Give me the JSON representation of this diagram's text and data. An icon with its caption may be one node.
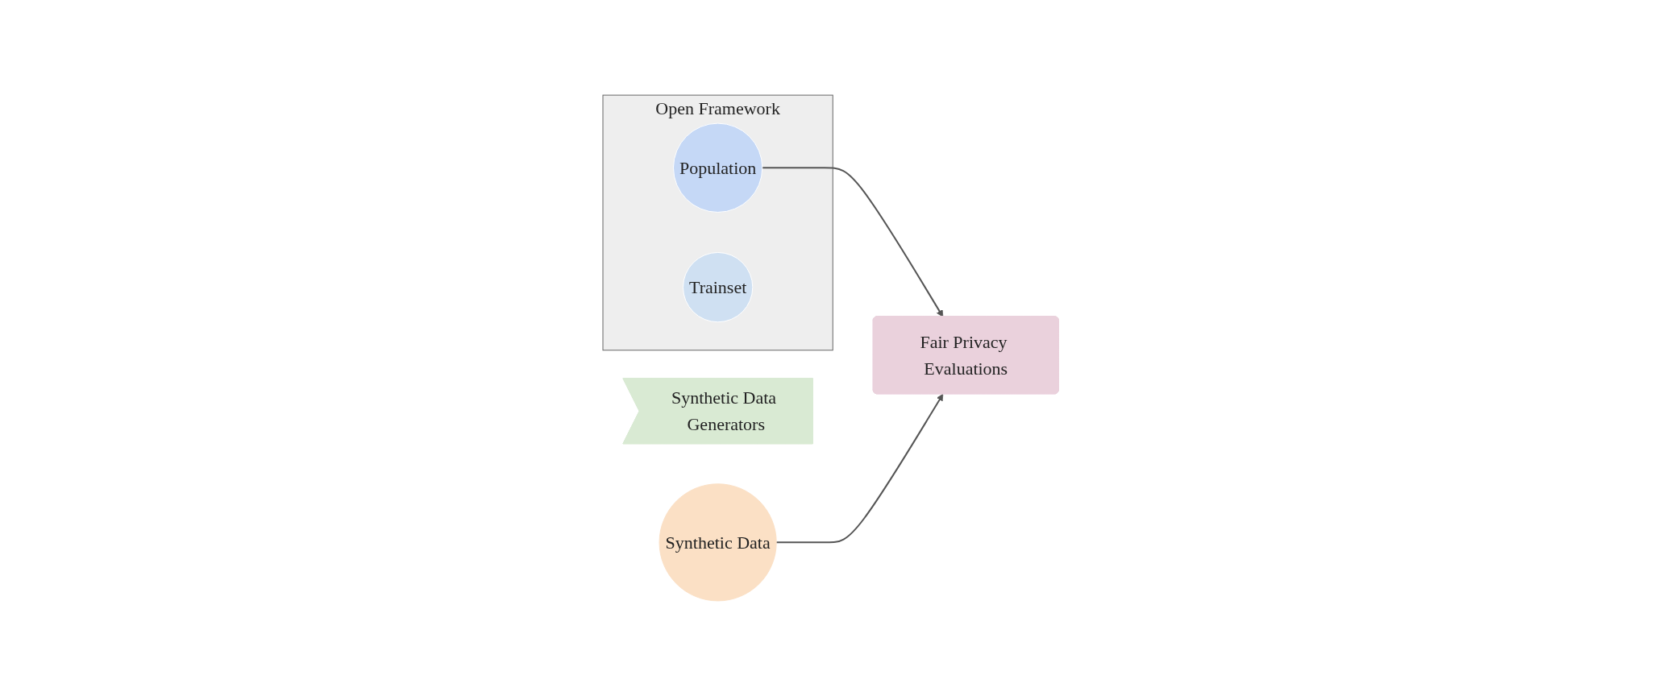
{
  "diagram": {
    "nodes": [
      {
        "text": [
          "Open Framework"
        ]
      },
      {
        "text": [
          "Population"
        ],
        "in": 0
      },
      {
        "text": [
          "Trainset"
        ],
        "in": 0
      },
      {
        "text": [
          "Synthetic Data Generators"
        ]
      },
      {
        "text": [
          "Synthetic Data"
        ]
      },
      {
        "text": [
          "Fair Privacy Evaluations"
        ]
      }
    ],
    "edges": [
      {
        "from": 1,
        "to": 5,
        "arrow": "to"
      },
      {
        "from": 4,
        "to": 5,
        "arrow": "to"
      }
    ]
  }
}
